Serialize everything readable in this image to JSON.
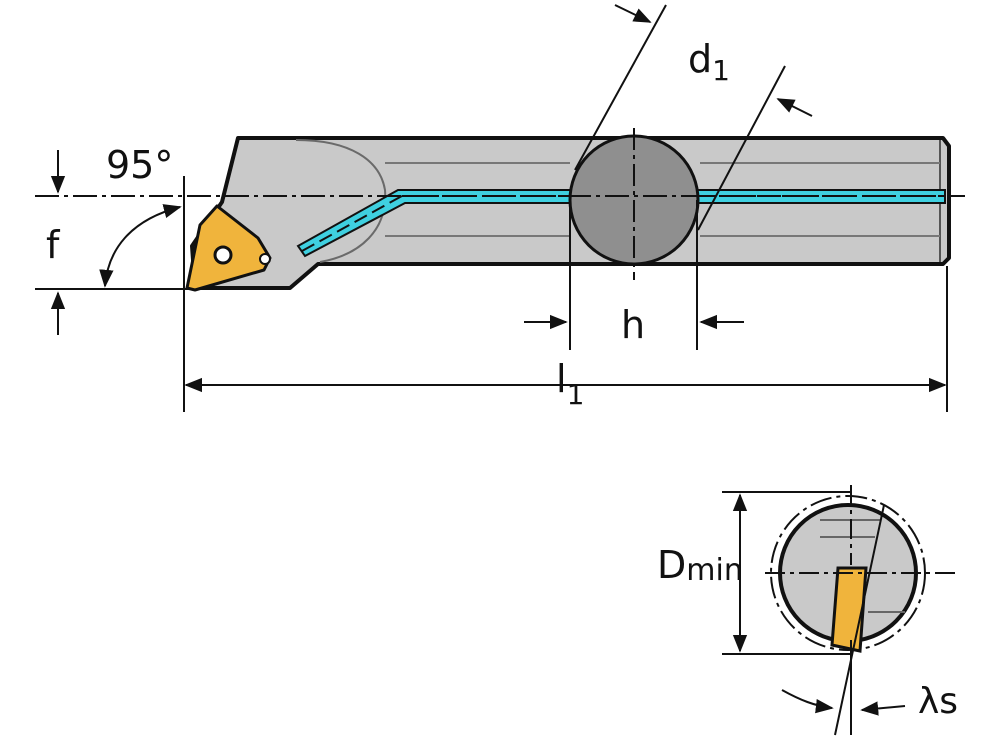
{
  "labels": {
    "angle": "95°",
    "f": "f",
    "d": "d",
    "d_sub": "1",
    "h": "h",
    "l": "l",
    "l_sub": "1",
    "D": "D",
    "D_sub": "min",
    "lambda_s": "λs"
  },
  "colors": {
    "body": "#c9c9c9",
    "section": "#8f8f8f",
    "insert": "#f0b43c",
    "coolant": "#3fd0e0",
    "outline": "#111111"
  }
}
